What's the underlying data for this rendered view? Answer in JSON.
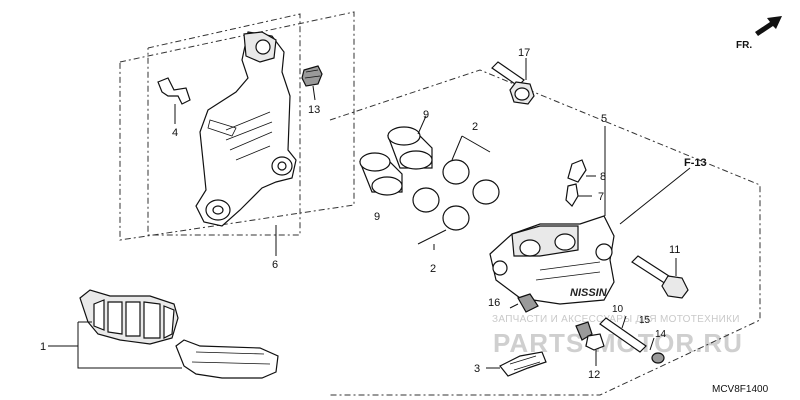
{
  "callouts": {
    "c1": "1",
    "c2a": "2",
    "c2b": "2",
    "c3": "3",
    "c4": "4",
    "c5": "5",
    "c6": "6",
    "c7": "7",
    "c8": "8",
    "c9a": "9",
    "c9b": "9",
    "c10": "10",
    "c11": "11",
    "c12": "12",
    "c13": "13",
    "c14": "14",
    "c15": "15",
    "c16": "16",
    "c17": "17"
  },
  "ref_f13": "F-13",
  "direction_label": "FR.",
  "caliper_brand": "NISSIN",
  "diagram_code": "MCV8F1400",
  "watermark": {
    "tagline": "ЗАПЧАСТИ И АКСЕССУАРЫ ДЛЯ МОТОТЕХНИКИ",
    "site": "PARTS-MOTOR.RU",
    "color": "#cfcfcf"
  },
  "colors": {
    "line": "#111111",
    "fill_gray": "#9a9a9a",
    "background": "#ffffff"
  }
}
